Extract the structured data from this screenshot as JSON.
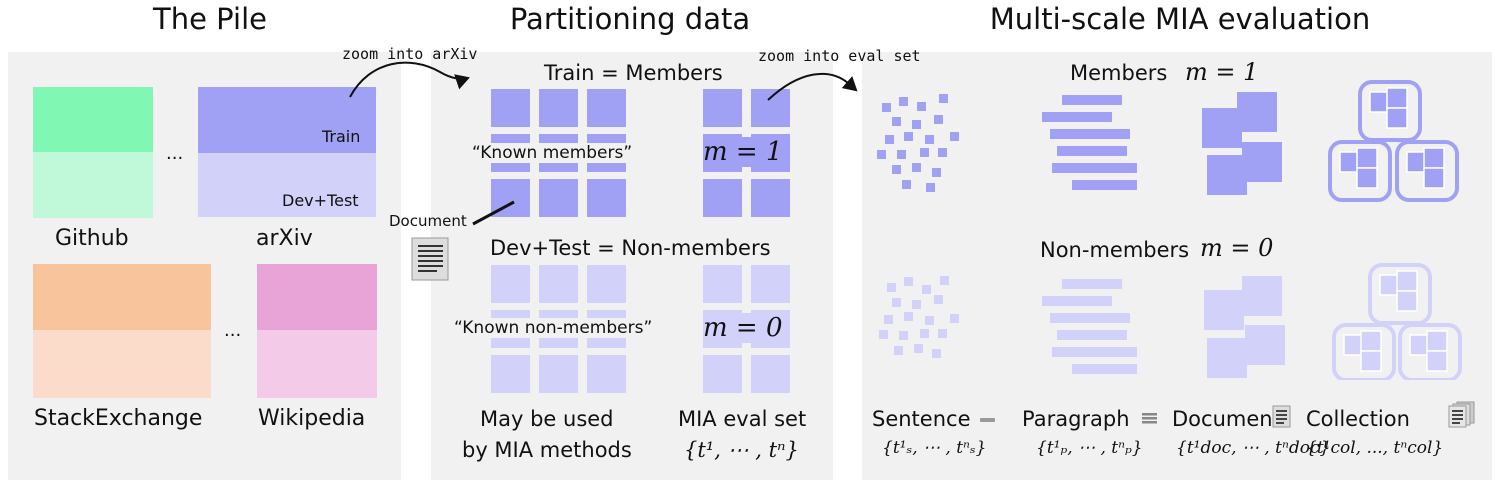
{
  "titles": {
    "pile": "The Pile",
    "partitioning": "Partitioning data",
    "evaluation": "Multi-scale MIA evaluation"
  },
  "pile": {
    "datasets": [
      {
        "name": "Github"
      },
      {
        "name": "arXiv"
      },
      {
        "name": "StackExchange"
      },
      {
        "name": "Wikipedia"
      }
    ],
    "ellipsis": "...",
    "train_label": "Train",
    "devtest_label": "Dev+Test"
  },
  "annotations": {
    "zoom_arxiv": "zoom into arXiv",
    "zoom_eval": "zoom into eval set",
    "document": "Document"
  },
  "partition": {
    "train_title": "Train = Members",
    "devtest_title": "Dev+Test = Non-members",
    "known_members": "“Known members”",
    "known_nonmembers": "“Known non-members”",
    "m1": "m = 1",
    "m0": "m = 0",
    "bottom_left_line1": "May be used",
    "bottom_left_line2": "by MIA methods",
    "bottom_right_line1": "MIA eval set",
    "bottom_right_formula": "{t¹, ⋯ , tⁿ}"
  },
  "evaluation": {
    "members_label": "Members",
    "members_m": "m = 1",
    "nonmembers_label": "Non-members",
    "nonmembers_m": "m = 0",
    "scales": [
      {
        "name": "Sentence",
        "formula": "{t¹ₛ, ⋯ , tⁿₛ}"
      },
      {
        "name": "Paragraph",
        "formula": "{t¹ₚ, ⋯ , tⁿₚ}"
      },
      {
        "name": "Document",
        "formula": "{t¹doc, ⋯ , tⁿdoc}"
      },
      {
        "name": "Collection",
        "formula": "{t¹col, ..., tⁿcol}"
      }
    ]
  },
  "colors": {
    "panel_bg": "#f1f1f1",
    "member": "#a0a0f5",
    "nonmember": "#d1d1fa",
    "github_top": "#80f7b3",
    "github_bottom": "#bff9d9",
    "stack_top": "#f8c49c",
    "stack_bottom": "#fbdcca",
    "wiki_top": "#e8a4d6",
    "wiki_bottom": "#f3cbe8"
  }
}
